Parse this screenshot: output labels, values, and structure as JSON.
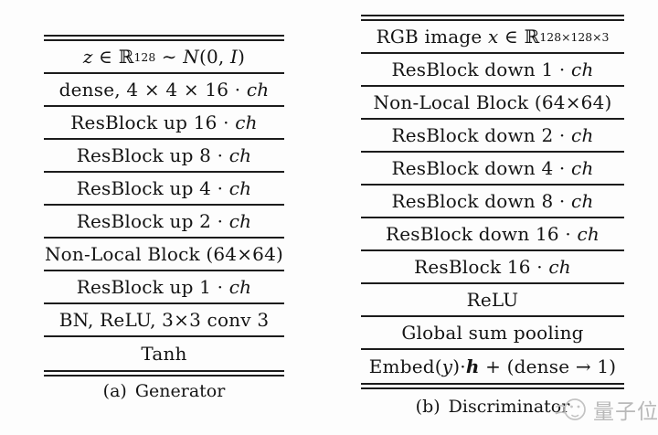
{
  "figure": {
    "colors": {
      "background": "#fdfdfd",
      "line": "#1c1c1c",
      "text": "#141414",
      "watermark": "#b9b9b9"
    },
    "generator": {
      "caption_tag": "(a)",
      "caption_text": "Generator",
      "rows": [
        [
          {
            "t": "z",
            "s": "i"
          },
          {
            "t": " ∈ ℝ",
            "s": ""
          },
          {
            "t": "128",
            "s": "sup"
          },
          {
            "t": " ∼ ",
            "s": ""
          },
          {
            "t": "N",
            "s": "cal"
          },
          {
            "t": "(0, ",
            "s": ""
          },
          {
            "t": "I",
            "s": "i"
          },
          {
            "t": ")",
            "s": ""
          }
        ],
        [
          {
            "t": "dense, 4 × 4 × 16 · ",
            "s": ""
          },
          {
            "t": "ch",
            "s": "i"
          }
        ],
        [
          {
            "t": "ResBlock up 16 · ",
            "s": ""
          },
          {
            "t": "ch",
            "s": "i"
          }
        ],
        [
          {
            "t": "ResBlock up 8 · ",
            "s": ""
          },
          {
            "t": "ch",
            "s": "i"
          }
        ],
        [
          {
            "t": "ResBlock up 4 · ",
            "s": ""
          },
          {
            "t": "ch",
            "s": "i"
          }
        ],
        [
          {
            "t": "ResBlock up 2 · ",
            "s": ""
          },
          {
            "t": "ch",
            "s": "i"
          }
        ],
        [
          {
            "t": "Non-Local Block (64×64)",
            "s": ""
          }
        ],
        [
          {
            "t": "ResBlock up 1 · ",
            "s": ""
          },
          {
            "t": "ch",
            "s": "i"
          }
        ],
        [
          {
            "t": "BN, ReLU, 3×3 conv 3",
            "s": ""
          }
        ],
        [
          {
            "t": "Tanh",
            "s": ""
          }
        ]
      ]
    },
    "discriminator": {
      "caption_tag": "(b)",
      "caption_text": "Discriminator",
      "rows": [
        [
          {
            "t": "RGB image ",
            "s": ""
          },
          {
            "t": "x",
            "s": "i"
          },
          {
            "t": " ∈ ℝ",
            "s": ""
          },
          {
            "t": "128×128×3",
            "s": "sup"
          }
        ],
        [
          {
            "t": "ResBlock down 1 · ",
            "s": ""
          },
          {
            "t": "ch",
            "s": "i"
          }
        ],
        [
          {
            "t": "Non-Local Block (64×64)",
            "s": ""
          }
        ],
        [
          {
            "t": "ResBlock down 2 · ",
            "s": ""
          },
          {
            "t": "ch",
            "s": "i"
          }
        ],
        [
          {
            "t": "ResBlock down 4 · ",
            "s": ""
          },
          {
            "t": "ch",
            "s": "i"
          }
        ],
        [
          {
            "t": "ResBlock down 8 · ",
            "s": ""
          },
          {
            "t": "ch",
            "s": "i"
          }
        ],
        [
          {
            "t": "ResBlock down 16 · ",
            "s": ""
          },
          {
            "t": "ch",
            "s": "i"
          }
        ],
        [
          {
            "t": "ResBlock 16 · ",
            "s": ""
          },
          {
            "t": "ch",
            "s": "i"
          }
        ],
        [
          {
            "t": "ReLU",
            "s": ""
          }
        ],
        [
          {
            "t": "Global sum pooling",
            "s": ""
          }
        ],
        [
          {
            "t": "Embed(",
            "s": ""
          },
          {
            "t": "y",
            "s": "i"
          },
          {
            "t": ")·",
            "s": ""
          },
          {
            "t": "h",
            "s": "bi"
          },
          {
            "t": " + (dense → 1)",
            "s": ""
          }
        ]
      ]
    },
    "watermark": {
      "icon": "qbitai-mascot-icon",
      "text": "量子位"
    }
  }
}
